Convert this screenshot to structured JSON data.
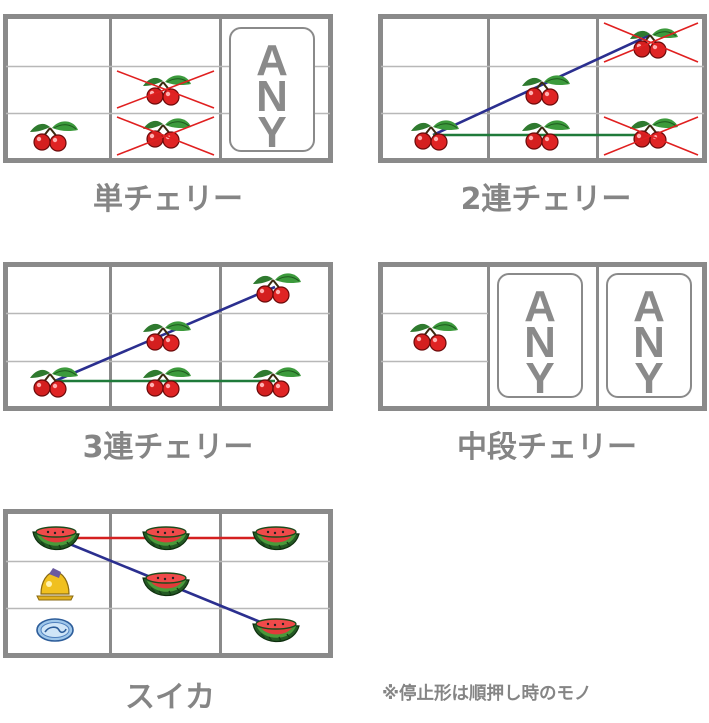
{
  "panels": [
    {
      "caption": "単チェリー",
      "any_text": [
        "A",
        "N",
        "Y"
      ]
    },
    {
      "caption": "2連チェリー"
    },
    {
      "caption": "3連チェリー"
    },
    {
      "caption": "中段チェリー",
      "any_text": [
        "A",
        "N",
        "Y"
      ]
    },
    {
      "caption": "スイカ"
    }
  ],
  "note": "※停止形は順押し時のモノ",
  "symbols": {
    "cherry": "cherry-icon",
    "watermelon": "watermelon-icon",
    "bell": "bell-icon",
    "replay": "replay-icon"
  },
  "colors": {
    "frame": "#8a8a8a",
    "line_blue": "#2b2f8f",
    "line_green": "#1f7a3a",
    "line_red": "#d42020",
    "cross": "#e02020",
    "caption": "#858585"
  }
}
